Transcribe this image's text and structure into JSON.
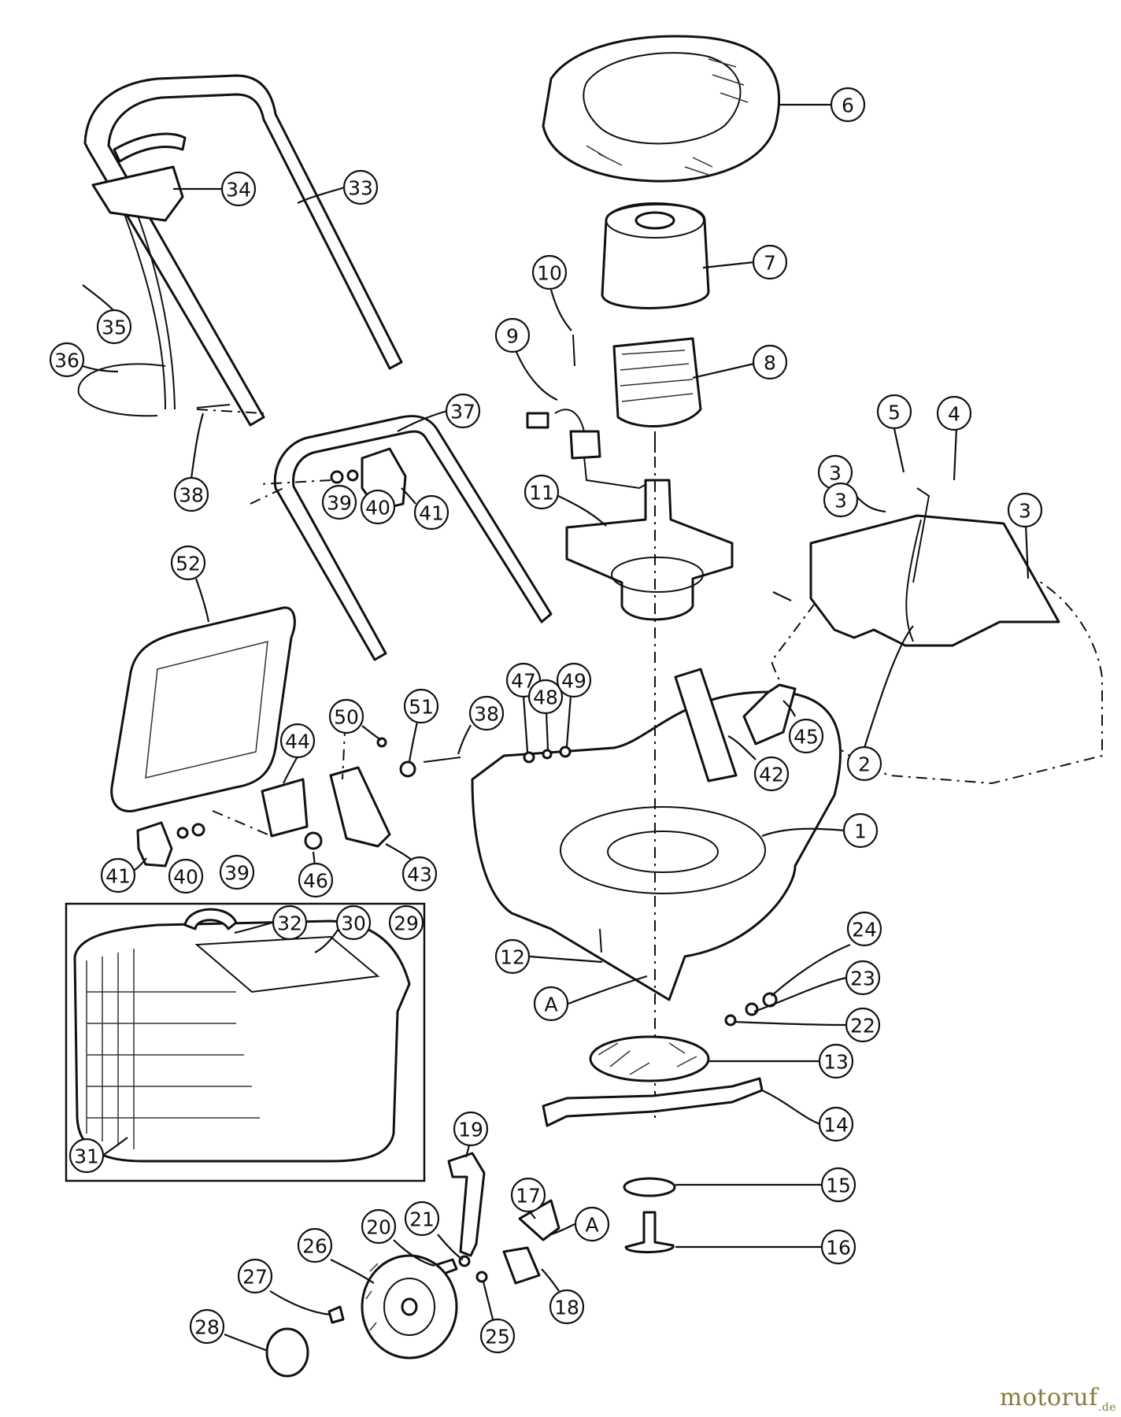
{
  "callouts": [
    {
      "id": "1",
      "label": "1"
    },
    {
      "id": "2",
      "label": "2"
    },
    {
      "id": "3a",
      "label": "3"
    },
    {
      "id": "3b",
      "label": "3"
    },
    {
      "id": "3c",
      "label": "3"
    },
    {
      "id": "4",
      "label": "4"
    },
    {
      "id": "5",
      "label": "5"
    },
    {
      "id": "6",
      "label": "6"
    },
    {
      "id": "7",
      "label": "7"
    },
    {
      "id": "8",
      "label": "8"
    },
    {
      "id": "9",
      "label": "9"
    },
    {
      "id": "10",
      "label": "10"
    },
    {
      "id": "11",
      "label": "11"
    },
    {
      "id": "12",
      "label": "12"
    },
    {
      "id": "13",
      "label": "13"
    },
    {
      "id": "14",
      "label": "14"
    },
    {
      "id": "15",
      "label": "15"
    },
    {
      "id": "16",
      "label": "16"
    },
    {
      "id": "17",
      "label": "17"
    },
    {
      "id": "18",
      "label": "18"
    },
    {
      "id": "19",
      "label": "19"
    },
    {
      "id": "20",
      "label": "20"
    },
    {
      "id": "21",
      "label": "21"
    },
    {
      "id": "22",
      "label": "22"
    },
    {
      "id": "23",
      "label": "23"
    },
    {
      "id": "24",
      "label": "24"
    },
    {
      "id": "25",
      "label": "25"
    },
    {
      "id": "26",
      "label": "26"
    },
    {
      "id": "27",
      "label": "27"
    },
    {
      "id": "28",
      "label": "28"
    },
    {
      "id": "29",
      "label": "29"
    },
    {
      "id": "30",
      "label": "30"
    },
    {
      "id": "31",
      "label": "31"
    },
    {
      "id": "32",
      "label": "32"
    },
    {
      "id": "33",
      "label": "33"
    },
    {
      "id": "34",
      "label": "34"
    },
    {
      "id": "35",
      "label": "35"
    },
    {
      "id": "36",
      "label": "36"
    },
    {
      "id": "37",
      "label": "37"
    },
    {
      "id": "38a",
      "label": "38"
    },
    {
      "id": "38b",
      "label": "38"
    },
    {
      "id": "39a",
      "label": "39"
    },
    {
      "id": "39b",
      "label": "39"
    },
    {
      "id": "40a",
      "label": "40"
    },
    {
      "id": "40b",
      "label": "40"
    },
    {
      "id": "41a",
      "label": "41"
    },
    {
      "id": "41b",
      "label": "41"
    },
    {
      "id": "42",
      "label": "42"
    },
    {
      "id": "43",
      "label": "43"
    },
    {
      "id": "44",
      "label": "44"
    },
    {
      "id": "45",
      "label": "45"
    },
    {
      "id": "46",
      "label": "46"
    },
    {
      "id": "47",
      "label": "47"
    },
    {
      "id": "48",
      "label": "48"
    },
    {
      "id": "49",
      "label": "49"
    },
    {
      "id": "50",
      "label": "50"
    },
    {
      "id": "51",
      "label": "51"
    },
    {
      "id": "52",
      "label": "52"
    },
    {
      "id": "Aa",
      "label": "A"
    },
    {
      "id": "Ab",
      "label": "A"
    }
  ],
  "watermark": {
    "brand": "motoruf",
    "tld": ".de"
  }
}
